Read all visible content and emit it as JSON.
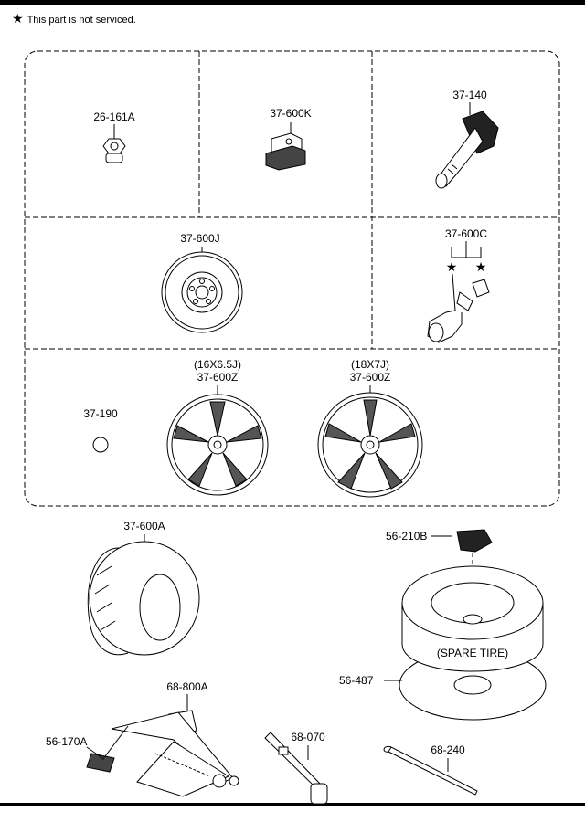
{
  "note": {
    "symbol": "★",
    "text": "This part is not serviced."
  },
  "parts": {
    "p26_161A": "26-161A",
    "p37_600K": "37-600K",
    "p37_140": "37-140",
    "p37_600J": "37-600J",
    "p37_600C": "37-600C",
    "p37_190": "37-190",
    "wheel1_size": "(16X6.5J)",
    "wheel1": "37-600Z",
    "wheel2_size": "(18X7J)",
    "wheel2": "37-600Z",
    "p37_600A": "37-600A",
    "p56_210B": "56-210B",
    "spare_tire": "(SPARE TIRE)",
    "p56_487": "56-487",
    "p68_800A": "68-800A",
    "p56_170A": "56-170A",
    "p68_070": "68-070",
    "p68_240": "68-240"
  },
  "stars": {
    "s1": "★",
    "s2": "★"
  }
}
